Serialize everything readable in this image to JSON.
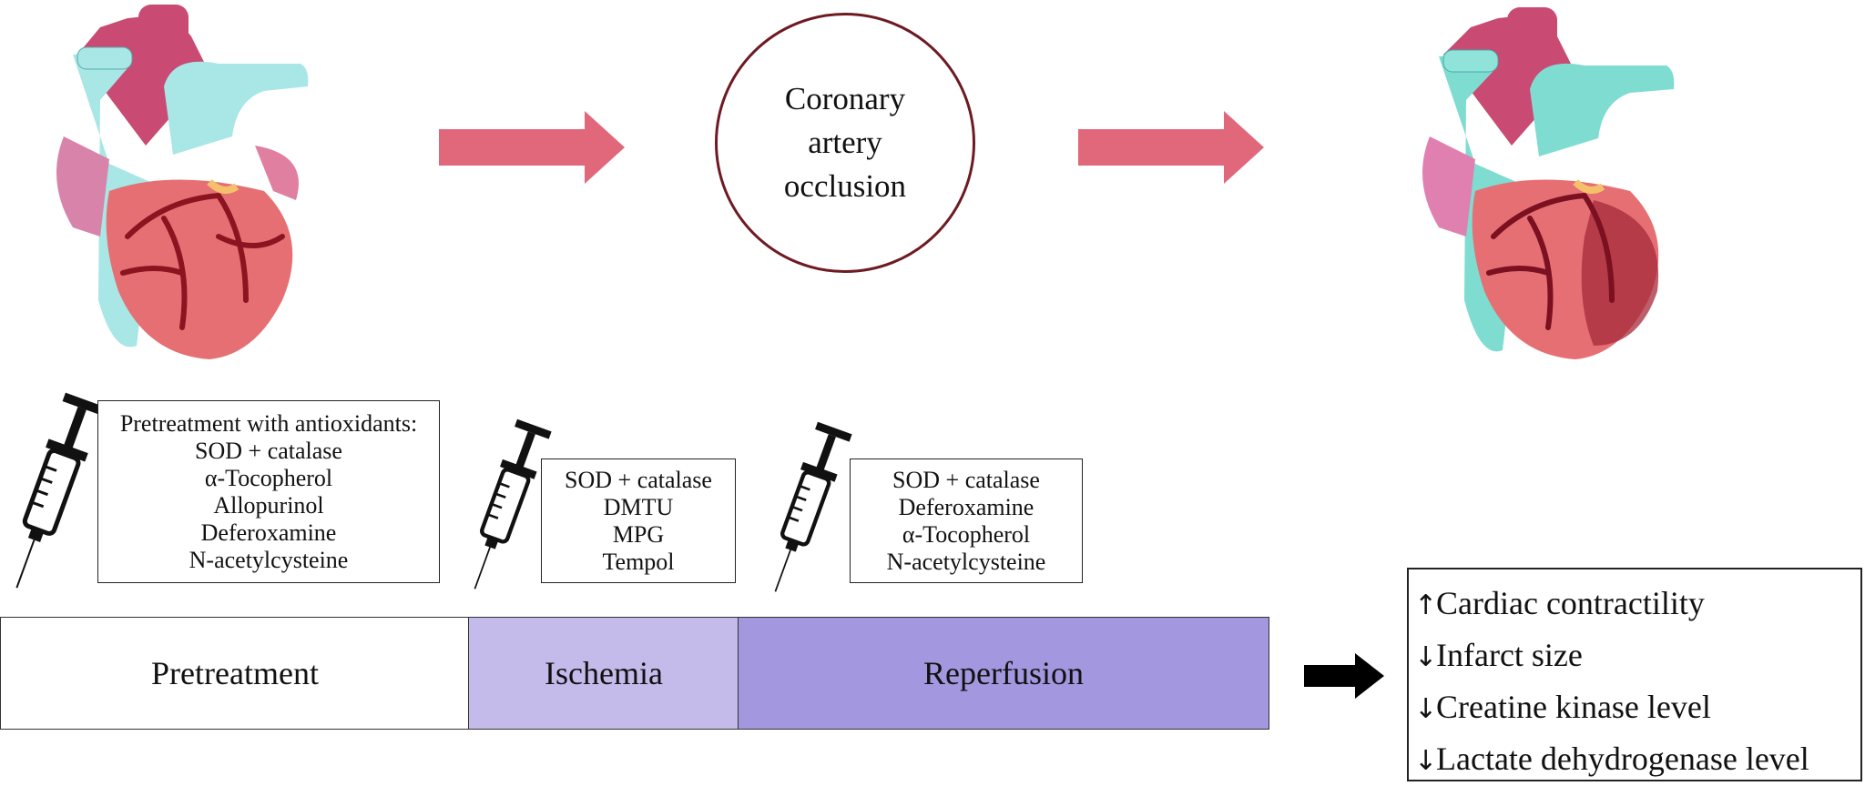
{
  "occlusion": {
    "lines": [
      "Coronary",
      "artery",
      "occlusion"
    ]
  },
  "pretreatment_box": {
    "title": "Pretreatment with antioxidants:",
    "items": [
      "SOD + catalase",
      "α-Tocopherol",
      "Allopurinol",
      "Deferoxamine",
      "N-acetylcysteine"
    ]
  },
  "ischemia_box": {
    "items": [
      "SOD + catalase",
      "DMTU",
      "MPG",
      "Tempol"
    ]
  },
  "reperfusion_box": {
    "items": [
      "SOD + catalase",
      "Deferoxamine",
      "α-Tocopherol",
      "N-acetylcysteine"
    ]
  },
  "timeline": {
    "pretreatment": {
      "label": "Pretreatment",
      "color": "#ffffff"
    },
    "ischemia": {
      "label": "Ischemia",
      "color": "#c5bbeb"
    },
    "reperfusion": {
      "label": "Reperfusion",
      "color": "#a398df"
    }
  },
  "outcomes": [
    {
      "arrow": "↑",
      "text": "Cardiac contractility"
    },
    {
      "arrow": "↓",
      "text": "Infarct size"
    },
    {
      "arrow": "↓",
      "text": "Creatine kinase level"
    },
    {
      "arrow": "↓",
      "text": "Lactate dehydrogenase level"
    }
  ],
  "colors": {
    "arrow_pink": "#e0687a",
    "circle_border": "#6e1a22",
    "heart_muscle": "#e66f73",
    "heart_upper": "#c94a72",
    "aorta": "#a9e6e6",
    "vessel": "#8a1420"
  },
  "icons": [
    "heart-healthy-illustration",
    "heart-damaged-illustration",
    "syringe-icon",
    "arrow-right-icon"
  ]
}
